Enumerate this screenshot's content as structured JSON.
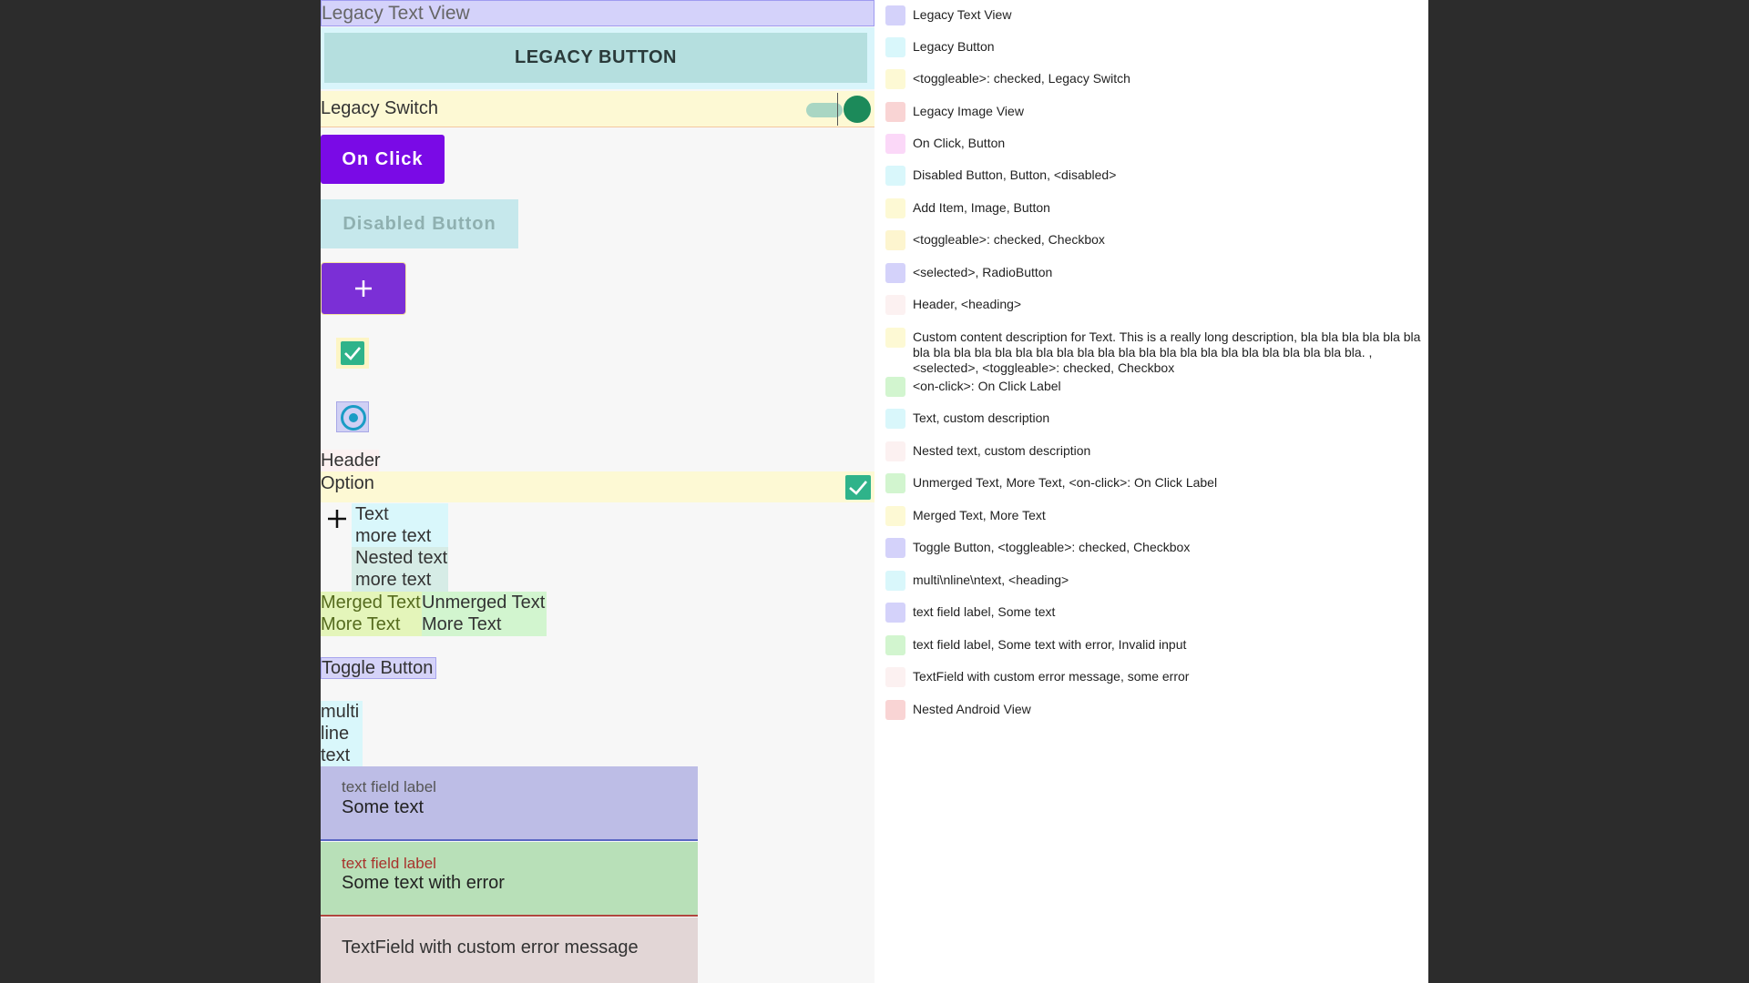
{
  "left": {
    "legacy_text_view": "Legacy Text View",
    "legacy_button": "LEGACY BUTTON",
    "legacy_switch": "Legacy Switch",
    "on_click_button": "On Click",
    "disabled_button": "Disabled Button",
    "add_button_icon": "plus-icon",
    "header": "Header",
    "option": "Option",
    "nested": [
      "Text",
      "more text",
      "Nested text",
      "more text"
    ],
    "merged": [
      "Merged Text",
      "More Text"
    ],
    "unmerged": [
      "Unmerged Text",
      "More Text"
    ],
    "toggle_button": "Toggle Button",
    "multiline": [
      "multi",
      "line",
      "text"
    ],
    "text_field_1": {
      "label": "text field label",
      "value": "Some text"
    },
    "text_field_2": {
      "label": "text field label",
      "value": "Some text with error"
    },
    "text_field_3": {
      "value": "TextField with custom error message"
    }
  },
  "legend": [
    {
      "color": "#d4d2fa",
      "text": "Legacy Text View"
    },
    {
      "color": "#d9f7fb",
      "text": "Legacy Button"
    },
    {
      "color": "#fdf9d4",
      "text": "<toggleable>: checked, Legacy Switch"
    },
    {
      "color": "#f9d4d4",
      "text": "Legacy Image View"
    },
    {
      "color": "#fbd8f8",
      "text": "On Click, Button"
    },
    {
      "color": "#d9f7fb",
      "text": "Disabled Button, Button, <disabled>"
    },
    {
      "color": "#fdf9d4",
      "text": "Add Item, Image, Button"
    },
    {
      "color": "#fdf5cf",
      "text": "<toggleable>: checked, Checkbox"
    },
    {
      "color": "#d4d2fa",
      "text": "<selected>, RadioButton"
    },
    {
      "color": "#fcf1f1",
      "text": "Header, <heading>"
    },
    {
      "color": "#fdf9d4",
      "text": "Custom content description for Text. This is a really long description, bla bla bla bla bla bla bla bla bla bla bla bla bla bla bla bla bla bla bla bla bla bla bla bla bla bla bla bla. , <selected>, <toggleable>: checked, Checkbox"
    },
    {
      "color": "#d2f5cf",
      "text": "<on-click>: On Click Label"
    },
    {
      "color": "#d9f7fb",
      "text": "Text, custom description"
    },
    {
      "color": "#fcf1f1",
      "text": "Nested text, custom description"
    },
    {
      "color": "#d2f5cf",
      "text": "Unmerged Text, More Text, <on-click>: On Click Label"
    },
    {
      "color": "#fdf9d4",
      "text": "Merged Text, More Text"
    },
    {
      "color": "#d4d2fa",
      "text": "Toggle Button, <toggleable>: checked, Checkbox"
    },
    {
      "color": "#d9f7fb",
      "text": "multi\\nline\\ntext, <heading>"
    },
    {
      "color": "#d4d2fa",
      "text": "text field label, Some text"
    },
    {
      "color": "#d2f5cf",
      "text": "text field label, Some text with error, Invalid input"
    },
    {
      "color": "#fcf1f1",
      "text": "TextField with custom error message, some error"
    },
    {
      "color": "#f9d4d4",
      "text": "Nested Android View"
    }
  ]
}
